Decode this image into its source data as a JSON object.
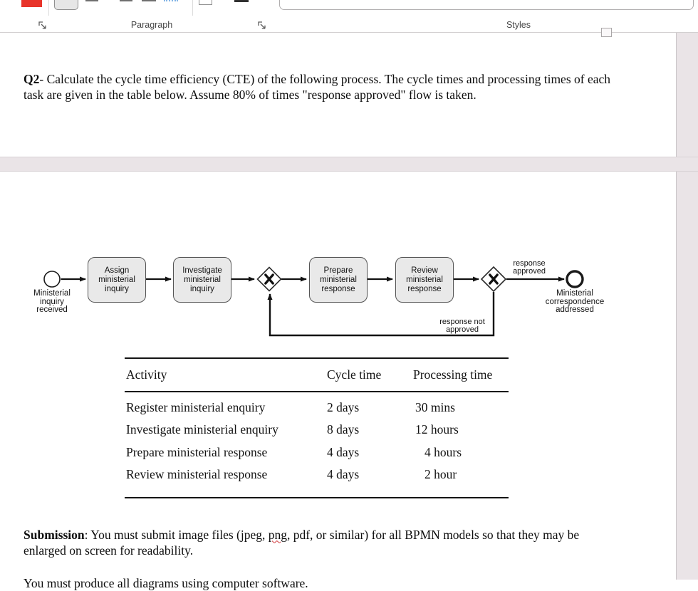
{
  "ribbon": {
    "paragraph_label": "Paragraph",
    "styles_label": "Styles"
  },
  "page1": {
    "q2_bold": "Q2",
    "q2_rest": "- Calculate the cycle time efficiency (CTE) of the following process. The cycle times and processing times of each task are given in the table below. Assume 80% of times \"response approved\" flow is taken."
  },
  "diagram": {
    "start_event": "Ministerial inquiry received",
    "tasks": [
      "Assign ministerial inquiry",
      "Investigate ministerial inquiry",
      "Prepare ministerial response",
      "Review ministerial response"
    ],
    "end_event": "Ministerial correspondence addressed",
    "flow_approved": "response approved",
    "flow_not_approved": "response not approved"
  },
  "table": {
    "headers": [
      "Activity",
      "Cycle time",
      "Processing time"
    ],
    "rows": [
      {
        "activity": "Register ministerial enquiry",
        "cycle": "2 days",
        "processing": "30 mins"
      },
      {
        "activity": "Investigate ministerial enquiry",
        "cycle": "8 days",
        "processing": "12 hours"
      },
      {
        "activity": "Prepare ministerial response",
        "cycle": "4 days",
        "processing": "4 hours"
      },
      {
        "activity": "Review ministerial response",
        "cycle": "4 days",
        "processing": "2 hour"
      }
    ]
  },
  "footer": {
    "submission_bold": "Submission",
    "submission_pre": ": You must submit image files (jpeg, ",
    "submission_word": "png",
    "submission_post": ", pdf, or similar) for all BPMN models so that they may be enlarged on screen for readability.",
    "produce_line": "You must produce all diagrams using computer software."
  },
  "colors": {
    "font_color_swatch": "#e8342a",
    "page_gap": "#eae4e7",
    "task_fill": "#e9e9e9",
    "spellcheck_squiggle": "#d13438",
    "table_border": "#141414"
  }
}
